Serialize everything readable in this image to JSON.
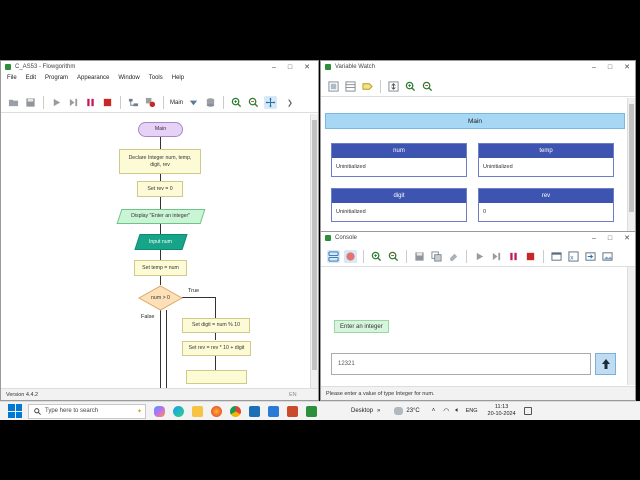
{
  "flowgorithm": {
    "title": "C_AS53 - Flowgorithm",
    "menu": [
      "File",
      "Edit",
      "Program",
      "Appearance",
      "Window",
      "Tools",
      "Help"
    ],
    "function_selector": "Main",
    "version": "Version 4.4.2",
    "language": "EN",
    "nodes": {
      "main": "Main",
      "declare": "Declare Integer num, temp, digit, rev",
      "set_rev": "Set rev = 0",
      "display": "Display \"Enter an integer\"",
      "input": "Input num",
      "set_temp": "Set temp = num",
      "condition": "num > 0",
      "true_label": "True",
      "false_label": "False",
      "set_digit": "Set digit = num % 10",
      "set_rev2": "Set rev = rev * 10 + digit"
    }
  },
  "variable_watch": {
    "title": "Variable Watch",
    "scope": "Main",
    "vars": [
      {
        "name": "num",
        "value": "Uninitialized"
      },
      {
        "name": "temp",
        "value": "Uninitialized"
      },
      {
        "name": "digit",
        "value": "Uninitialized"
      },
      {
        "name": "rev",
        "value": "0"
      }
    ]
  },
  "console": {
    "title": "Console",
    "output_message": "Enter an integer",
    "input_value": "12321",
    "status": "Please enter a value of type Integer for num."
  },
  "taskbar": {
    "search_placeholder": "Type here to search",
    "desktop_label": "Desktop",
    "temperature": "23°C",
    "lang": "ENG",
    "time": "11:13",
    "date": "20-10-2024"
  },
  "colors": {
    "var_header": "#3d55b0",
    "scope_bar": "#a6d8f5",
    "input_node": "#16a588",
    "start_node": "#e7d2f7",
    "process_node": "#fdfbd6",
    "decision_node": "#fde0b8"
  }
}
